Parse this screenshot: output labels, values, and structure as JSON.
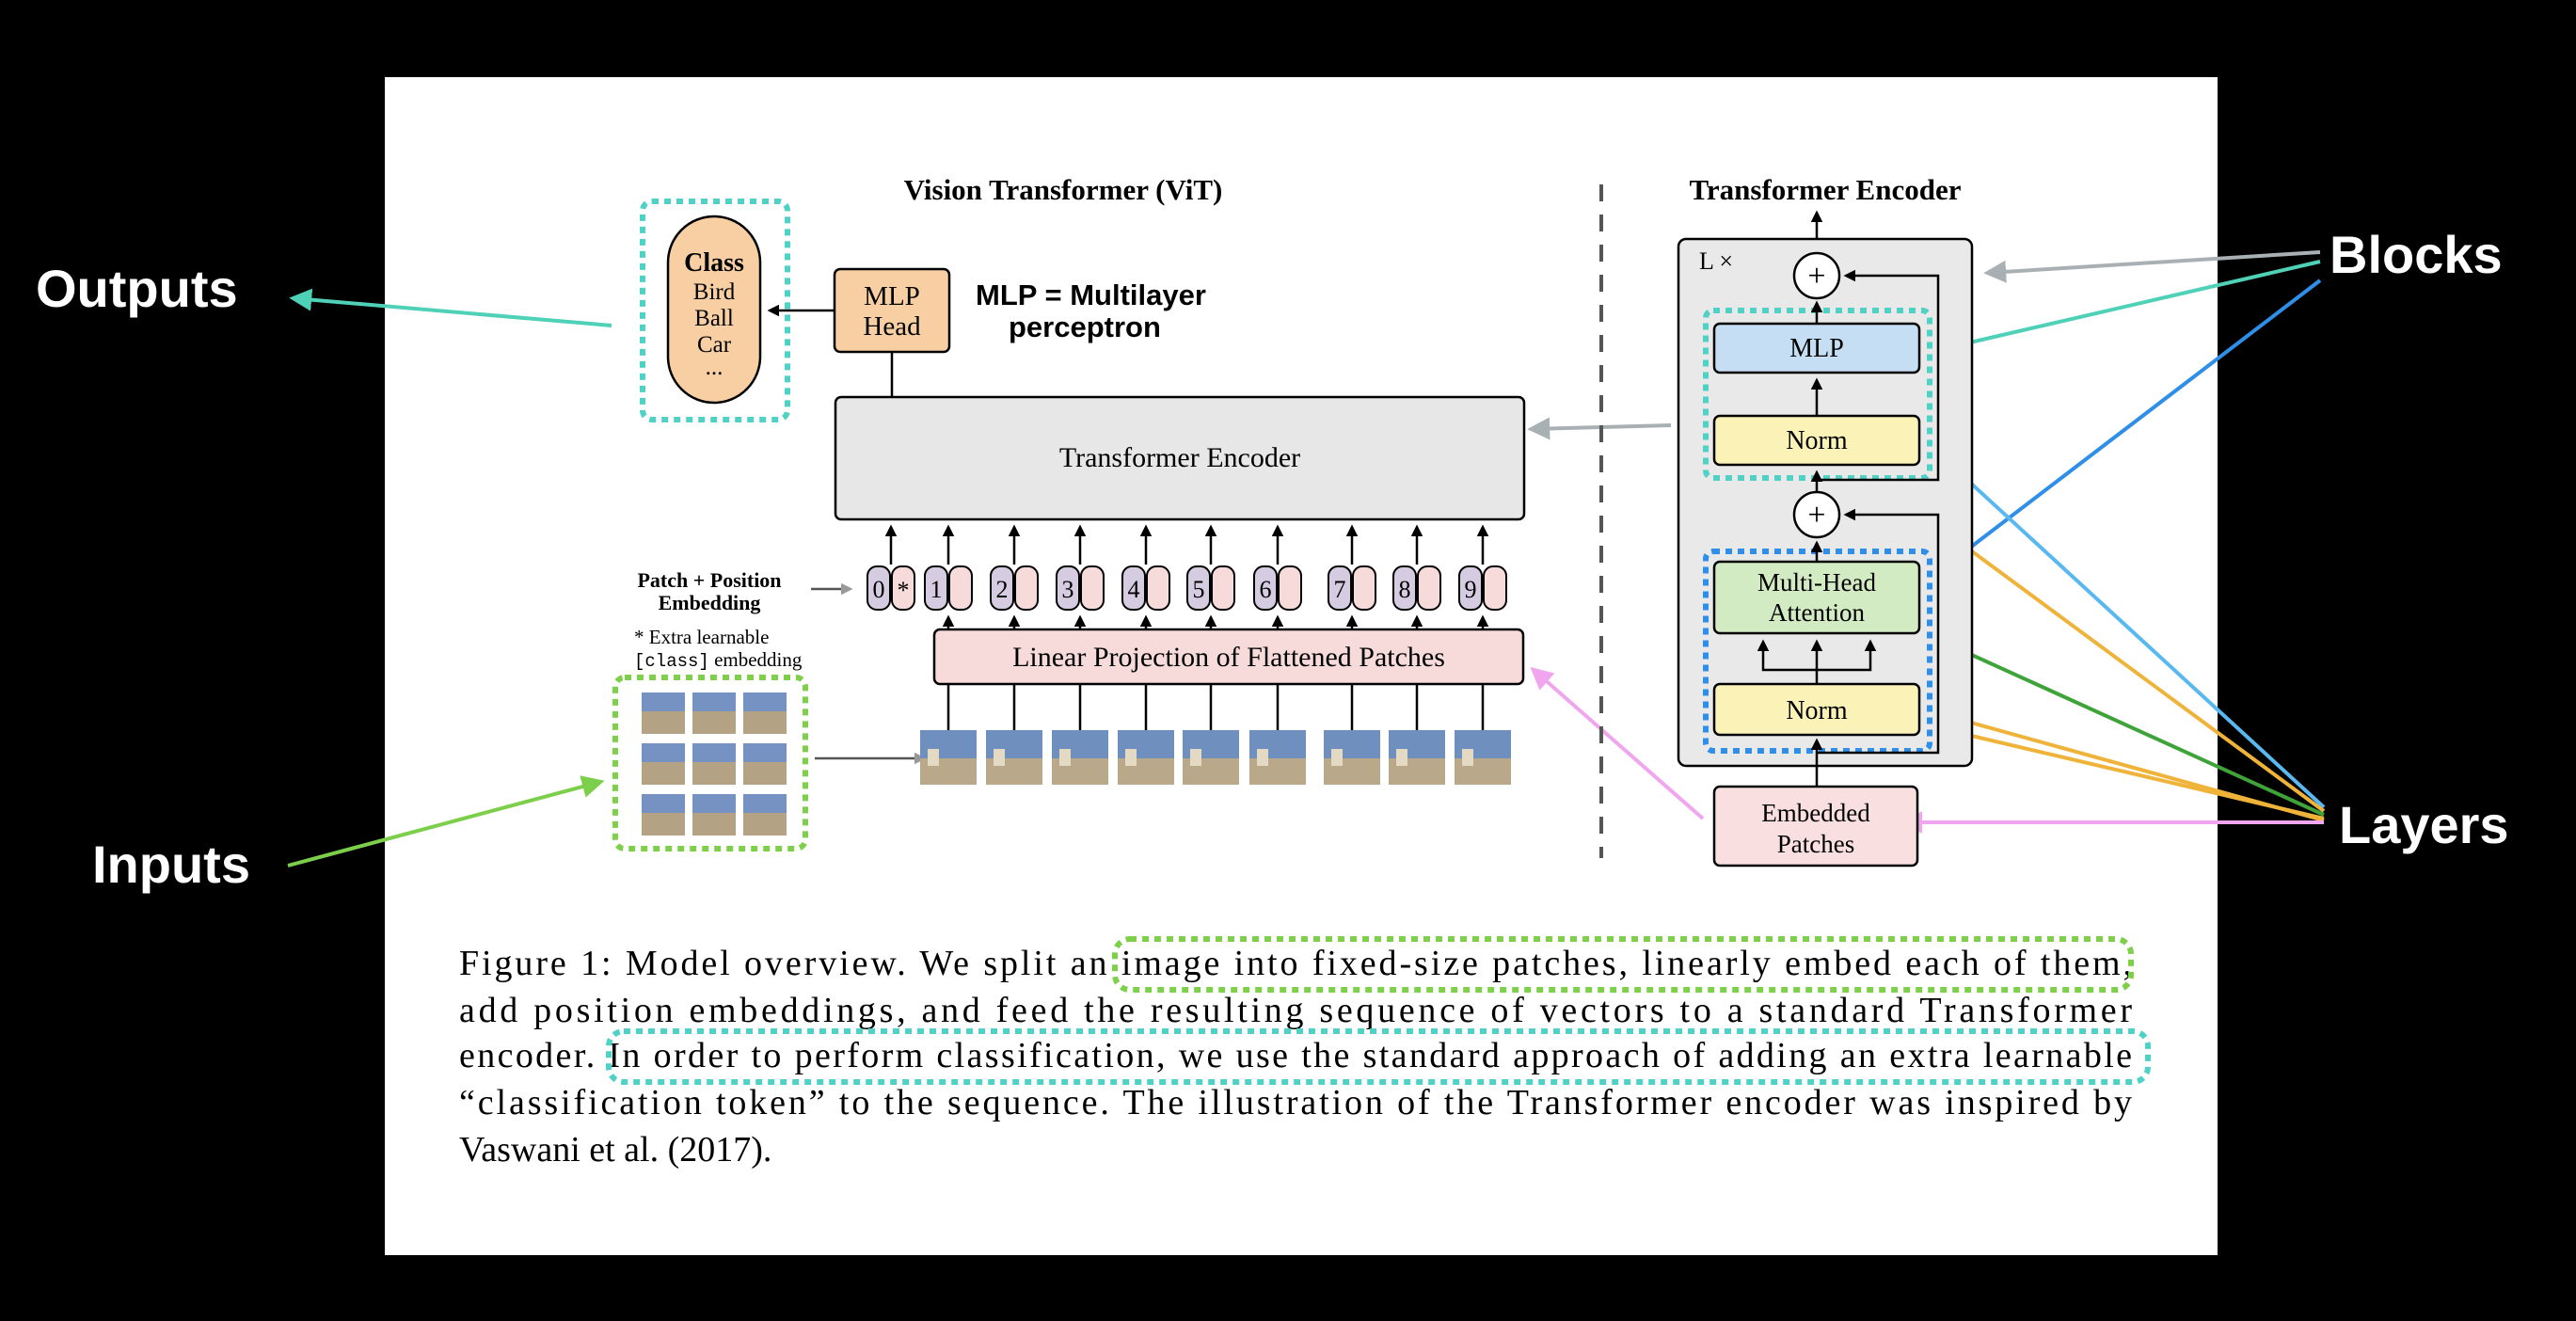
{
  "annotations": {
    "outputs": "Outputs",
    "inputs": "Inputs",
    "blocks": "Blocks",
    "layers": "Layers",
    "mlp_note_line1": "MLP = Multilayer",
    "mlp_note_line2": "perceptron"
  },
  "vit": {
    "title": "Vision Transformer (ViT)",
    "class_box": {
      "title": "Class",
      "items": [
        "Bird",
        "Ball",
        "Car",
        "..."
      ]
    },
    "mlp_head": [
      "MLP",
      "Head"
    ],
    "transformer_encoder": "Transformer Encoder",
    "patch_embedding_label": [
      "Patch + Position",
      "Embedding"
    ],
    "extra_learnable_line1": "* Extra learnable",
    "extra_learnable_line2_code": "[class]",
    "extra_learnable_line2_rest": " embedding",
    "position_tokens": [
      "0",
      "1",
      "2",
      "3",
      "4",
      "5",
      "6",
      "7",
      "8",
      "9"
    ],
    "class_token_marker": "*",
    "linear_projection": "Linear Projection of Flattened Patches"
  },
  "encoder": {
    "title": "Transformer Encoder",
    "repeat": "L ×",
    "mlp": "MLP",
    "norm_top": "Norm",
    "norm_bottom": "Norm",
    "mha": [
      "Multi-Head",
      "Attention"
    ],
    "embedded_patches": [
      "Embedded",
      "Patches"
    ],
    "plus": "+"
  },
  "caption": {
    "lines": [
      "Figure 1: Model overview. We split an image into fixed-size patches, linearly embed each of them,",
      "add position embeddings, and feed the resulting sequence of vectors to a standard Transformer",
      "encoder. In order to perform classification, we use the standard approach of adding an extra learnable",
      "“classification token” to the sequence. The illustration of the Transformer encoder was inspired by",
      "Vaswani et al. (2017)."
    ]
  },
  "colors": {
    "outputs_arrow": "#4fd1b8",
    "inputs_arrow": "#7ccf4a",
    "blocks_arrow_gray": "#a9b0b3",
    "blocks_arrow_teal": "#4fd1b8",
    "blocks_arrow_blue": "#2e8ee8",
    "layers_arrow_orange": "#f0b33a",
    "layers_arrow_lightblue": "#5ab8f0",
    "layers_arrow_green": "#3ea43a",
    "layers_arrow_pink": "#f0a6ef",
    "dotted_teal": "#4fd1c6",
    "dotted_green": "#7ed04a",
    "dotted_blue": "#2f8fe8",
    "class_fill": "#f8cfa3",
    "mlp_fill": "#c6def3",
    "norm_fill": "#fbf2b8",
    "mha_fill": "#d3ebc3",
    "embedded_fill": "#f9dfe0",
    "token_purple": "#d6cce2",
    "token_pink": "#f7dada",
    "encoder_fill": "#e7e7e7"
  }
}
